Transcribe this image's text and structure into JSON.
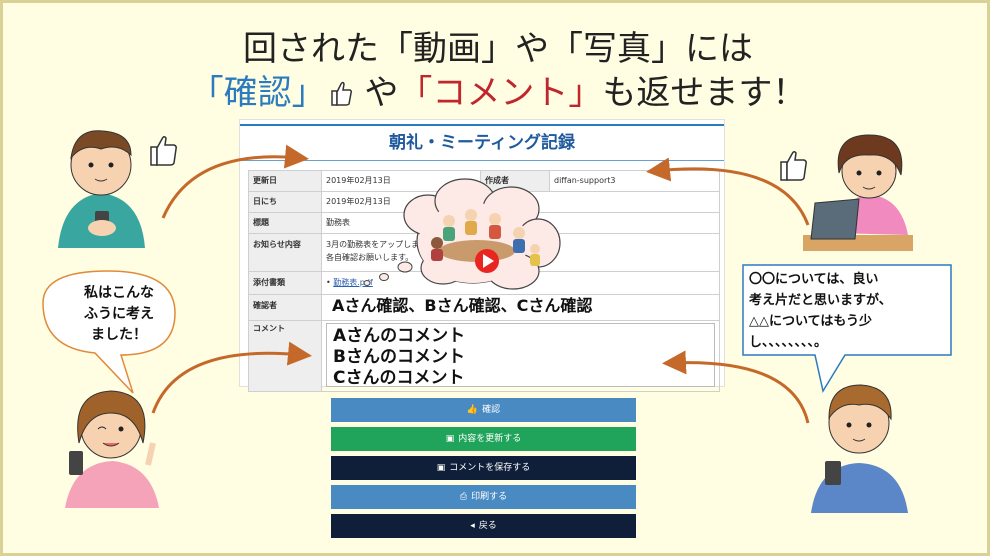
{
  "title": {
    "line1": "回された「動画」や「写真」には",
    "line2_part1": "「確認」",
    "line2_part2": "や",
    "line2_part3": "「コメント」",
    "line2_part4": "も返せます！"
  },
  "form": {
    "title": "朝礼・ミーティング記録",
    "updated_label": "更新日",
    "updated_value": "2019年02月13日",
    "author_label": "作成者",
    "author_value": "diffan-support3",
    "date_label": "日にち",
    "date_value": "2019年02月13日",
    "subject_label": "標題",
    "subject_value": "勤務表",
    "notice_label": "お知らせ内容",
    "notice_line1": "3月の勤務表をアップしま",
    "notice_line2": "各自確認お願いします。",
    "attach_label": "添付書類",
    "attach_value": "勤務表.pdf",
    "confirm_label": "確認者",
    "confirm_value": "Aさん確認、Bさん確認、Cさん確認",
    "comment_label": "コメント",
    "comments": [
      "Aさんのコメント",
      "Bさんのコメント",
      "Cさんのコメント"
    ]
  },
  "buttons": {
    "confirm": "確認",
    "update": "内容を更新する",
    "save_comment": "コメントを保存する",
    "print": "印刷する",
    "back": "戻る"
  },
  "bubbles": {
    "left_line1": "私はこんな",
    "left_line2": "ふうに考え",
    "left_line3": "ました！",
    "right_line1": "〇〇については、良い",
    "right_line2": "考え片だと思いますが、",
    "right_line3": "△△についてはもう少",
    "right_line4": "し、、、、、、、、。"
  },
  "colors": {
    "btn_blue": "#4a8ac2",
    "btn_green": "#20a35a",
    "btn_navy": "#0f1f3a",
    "accent_blue": "#2b7bbf",
    "accent_red": "#c0262d",
    "arrow": "#c5692b"
  }
}
